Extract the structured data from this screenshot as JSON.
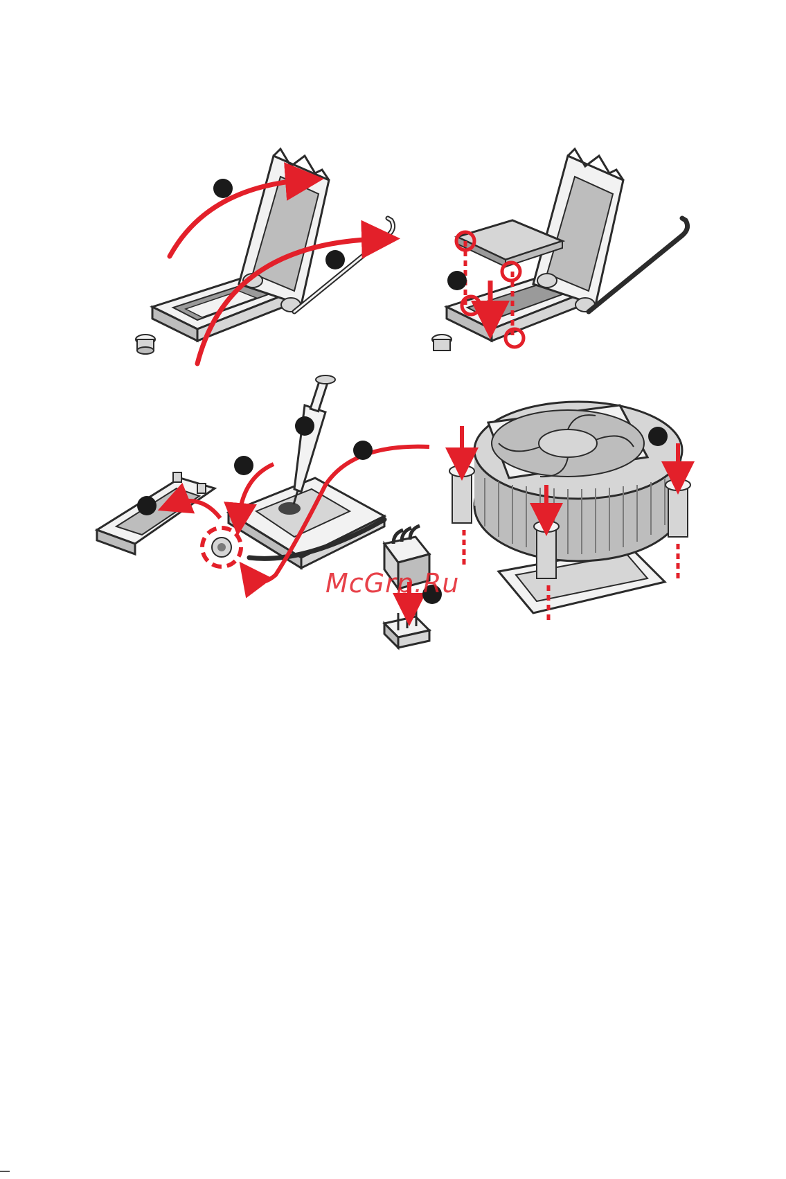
{
  "colors": {
    "line": "#2b2b2b",
    "fill_light": "#f2f2f2",
    "fill_mid": "#bdbdbd",
    "fill_dark": "#7a7a7a",
    "accent": "#e3202a",
    "marker": "#1a1a1a"
  },
  "watermark": {
    "text": "McGrp.Ru"
  },
  "panels": [
    {
      "id": "open-load-lever-and-plate",
      "step_markers": 2
    },
    {
      "id": "align-cpu-to-socket",
      "step_markers": 1
    },
    {
      "id": "remove-cover-apply-paste-close-lever",
      "step_markers": 4
    },
    {
      "id": "mount-cooler-push-pins",
      "step_markers": 1
    },
    {
      "id": "connect-fan-cable",
      "step_markers": 1
    }
  ]
}
